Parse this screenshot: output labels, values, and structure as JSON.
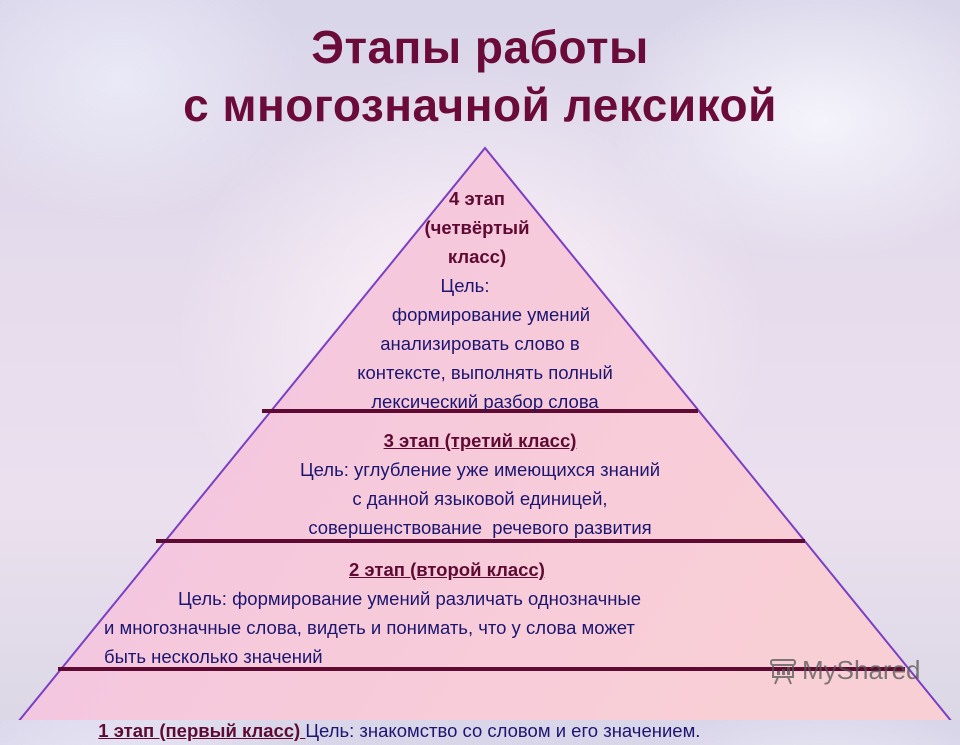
{
  "title": {
    "line1": "Этапы работы",
    "line2": "с многозначной лексикой"
  },
  "colors": {
    "title": "#6b0b3a",
    "body_text": "#1c1670",
    "stage_heading": "#5e0a33",
    "pyramid_fill_top": "#f2c6e2",
    "pyramid_fill_bottom": "#e8c4f0",
    "pyramid_outline": "#7b3fc4",
    "divider": "#5e0a33"
  },
  "pyramid": {
    "tiers": [
      {
        "stage": "4 этап",
        "stage_line2": "(четвёртый",
        "stage_line3": "класс)",
        "goal_label": "Цель:",
        "goal_lines": [
          "формирование умений",
          "анализировать слово в",
          "контексте, выполнять полный",
          "лексический разбор слова"
        ]
      },
      {
        "stage": "3 этап (третий класс)",
        "goal_lines": [
          "Цель: углубление уже имеющихся знаний",
          "с данной языковой единицей,",
          "совершенствование  речевого развития"
        ]
      },
      {
        "stage": "2 этап (второй класс)",
        "goal_lines": [
          "Цель: формирование умений различать однозначные",
          "и многозначные слова, видеть и понимать, что у слова может",
          "быть несколько значений"
        ]
      },
      {
        "stage": "1 этап (первый класс) ",
        "goal_text": "Цель: знакомство со словом и его значением."
      }
    ]
  },
  "watermark": {
    "text": "MyShared",
    "icon": "presentation-board-icon"
  }
}
